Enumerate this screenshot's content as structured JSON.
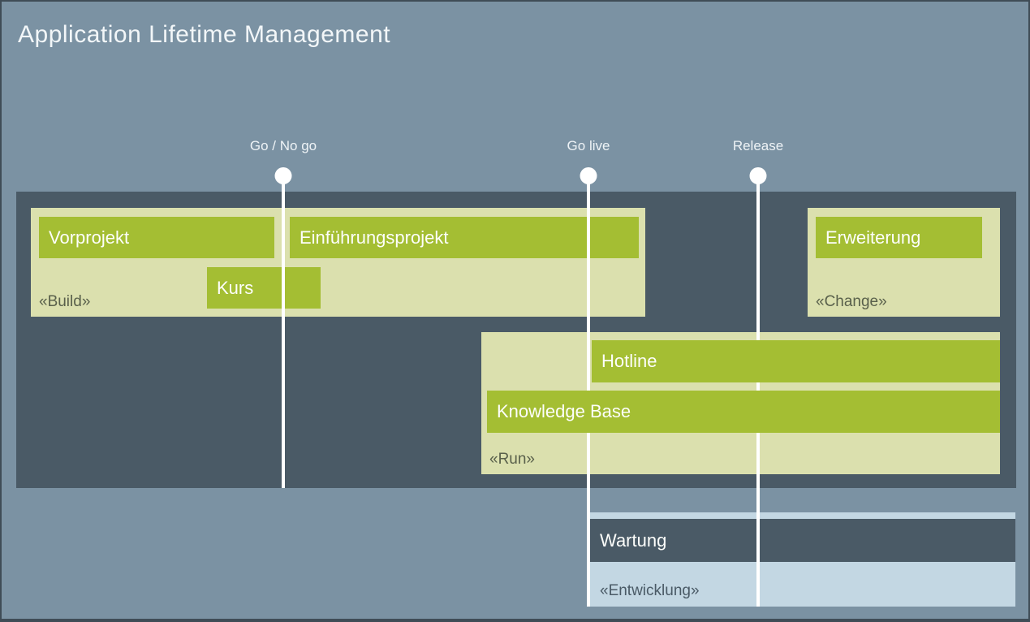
{
  "title": "Application Lifetime Management",
  "milestones": [
    {
      "label": "Go / No go"
    },
    {
      "label": "Go live"
    },
    {
      "label": "Release"
    }
  ],
  "phases": {
    "build": {
      "stereotype": "«Build»",
      "items": [
        {
          "label": "Vorprojekt"
        },
        {
          "label": "Einführungsprojekt"
        },
        {
          "label": "Kurs"
        }
      ]
    },
    "change": {
      "stereotype": "«Change»",
      "items": [
        {
          "label": "Erweiterung"
        }
      ]
    },
    "run": {
      "stereotype": "«Run»",
      "items": [
        {
          "label": "Hotline"
        },
        {
          "label": "Knowledge Base"
        }
      ]
    },
    "development": {
      "stereotype": "«Entwicklung»",
      "items": [
        {
          "label": "Wartung"
        }
      ]
    }
  },
  "colors": {
    "background": "#7b92a3",
    "panel": "#4a5a66",
    "phase_box": "#dbe0ae",
    "task_green": "#a4be33",
    "development_box": "#c3d7e3",
    "milestone_white": "#ffffff",
    "title_text": "#f2f6f8",
    "stereotype_text": "#59604b"
  }
}
